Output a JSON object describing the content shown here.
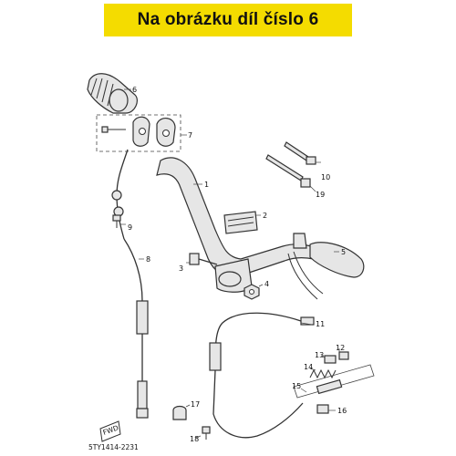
{
  "banner": {
    "text": "Na obrázku díl číslo 6",
    "background": "#f4dc00"
  },
  "callouts": {
    "c1": "1",
    "c2": "2",
    "c3": "3",
    "c4": "4",
    "c5": "5",
    "c6": "6",
    "c7": "7",
    "c8": "8",
    "c9": "9",
    "c10": "10",
    "c11": "11",
    "c12": "12",
    "c13": "13",
    "c14": "14",
    "c15": "15",
    "c16": "16",
    "c17": "17",
    "c18": "18",
    "c19": "19"
  },
  "footer": {
    "diagram_code": "5TY1414-2231",
    "front_marker": "FWD"
  }
}
